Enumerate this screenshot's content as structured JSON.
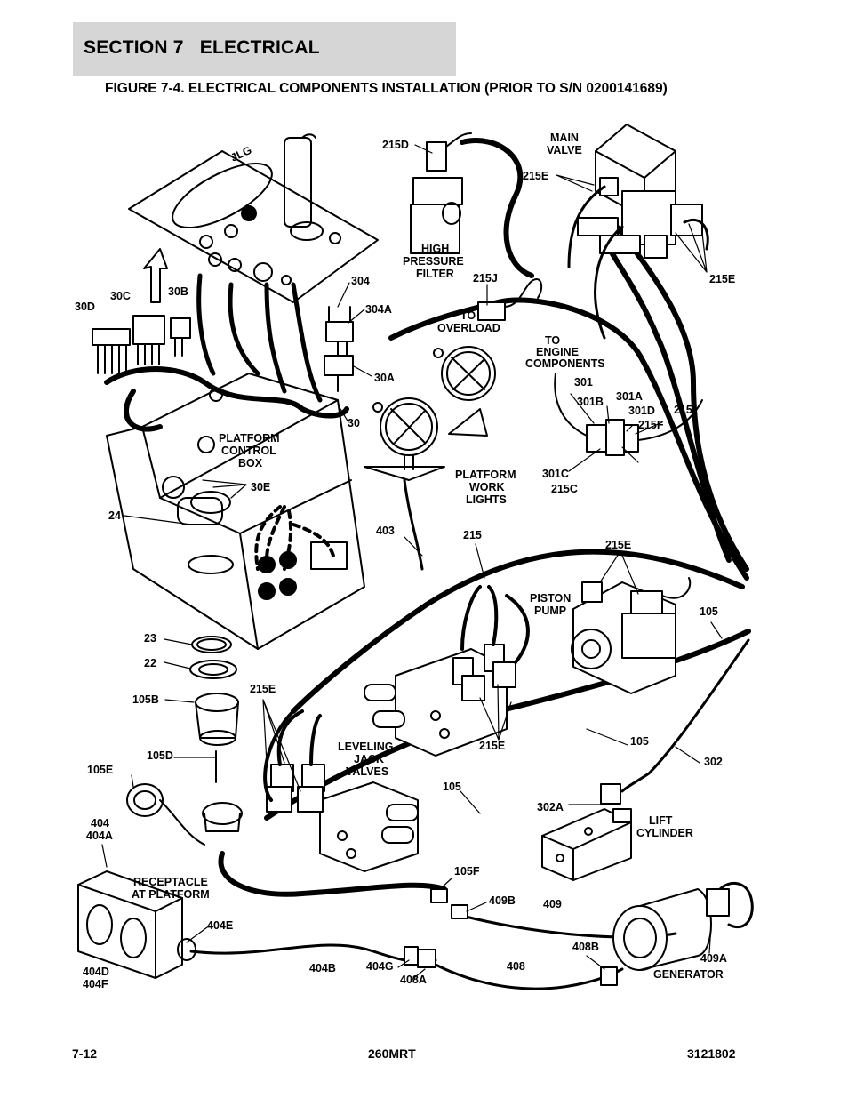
{
  "header": {
    "section_title": "SECTION 7   ELECTRICAL",
    "figure_title": "FIGURE 7-4. ELECTRICAL COMPONENTS INSTALLATION (PRIOR TO S/N 0200141689)"
  },
  "footer": {
    "page_number": "7-12",
    "model": "260MRT",
    "manual_number": "3121802"
  },
  "control_box_brand": "JLG",
  "callouts": {
    "c215d": "215D",
    "main_valve": [
      "MAIN",
      "VALVE"
    ],
    "c215e_main": "215E",
    "c215e_right": "215E",
    "high_pressure_filter": [
      "HIGH",
      "PRESSURE",
      "FILTER"
    ],
    "c215j": "215J",
    "to_overload": [
      "TO",
      "OVERLOAD"
    ],
    "c304": "304",
    "c304a": "304A",
    "c30d": "30D",
    "c30c": "30C",
    "c30b": "30B",
    "c30a": "30A",
    "c30": "30",
    "to_engine_components": [
      "TO",
      "ENGINE",
      "COMPONENTS"
    ],
    "c301": "301",
    "c301a": "301A",
    "c301b": "301B",
    "c301d": "301D",
    "c215": "215",
    "c215f": "215F",
    "c301c": "301C",
    "c215c": "215C",
    "platform_control_box": [
      "PLATFORM",
      "CONTROL",
      "BOX"
    ],
    "c30e": "30E",
    "c24": "24",
    "platform_work_lights": [
      "PLATFORM",
      "WORK",
      "LIGHTS"
    ],
    "c403": "403",
    "c215_mid": "215",
    "c215e_pump": "215E",
    "piston_pump": [
      "PISTON",
      "PUMP"
    ],
    "c105": "105",
    "c23": "23",
    "c22": "22",
    "c105b": "105B",
    "c215e_left": "215E",
    "c215e_jack": "215E",
    "leveling_jack_valves": [
      "LEVELING",
      "JACK",
      "VALVES"
    ],
    "c105_mid": "105",
    "c105d": "105D",
    "c105e": "105E",
    "c302": "302",
    "c105_low": "105",
    "c302a": "302A",
    "lift_cylinder": [
      "LIFT",
      "CYLINDER"
    ],
    "c404": "404",
    "c404a": "404A",
    "receptacle_at_platform": [
      "RECEPTACLE",
      "AT PLATFORM"
    ],
    "c105f": "105F",
    "c409b": "409B",
    "c409": "409",
    "c404e": "404E",
    "c408b": "408B",
    "c409a": "409A",
    "generator": "GENERATOR",
    "c404d": "404D",
    "c404f": "404F",
    "c404b": "404B",
    "c404g": "404G",
    "c408a": "408A",
    "c408": "408"
  }
}
